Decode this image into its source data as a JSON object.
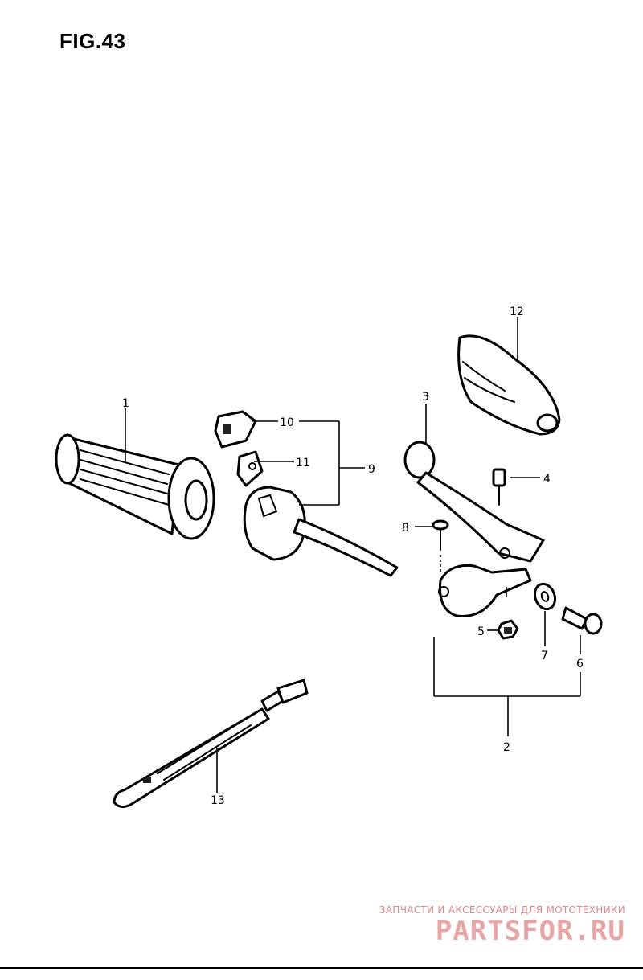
{
  "figure": {
    "title": "FIG.43"
  },
  "callouts": {
    "c1": "1",
    "c2": "2",
    "c3": "3",
    "c4": "4",
    "c5": "5",
    "c6": "6",
    "c7": "7",
    "c8": "8",
    "c9": "9",
    "c10": "10",
    "c11": "11",
    "c12": "12",
    "c13": "13"
  },
  "watermark": {
    "line1": "ЗАПЧАСТИ И АКСЕССУАРЫ ДЛЯ МОТОТЕХНИКИ",
    "line2": "PARTSFOR.RU"
  }
}
